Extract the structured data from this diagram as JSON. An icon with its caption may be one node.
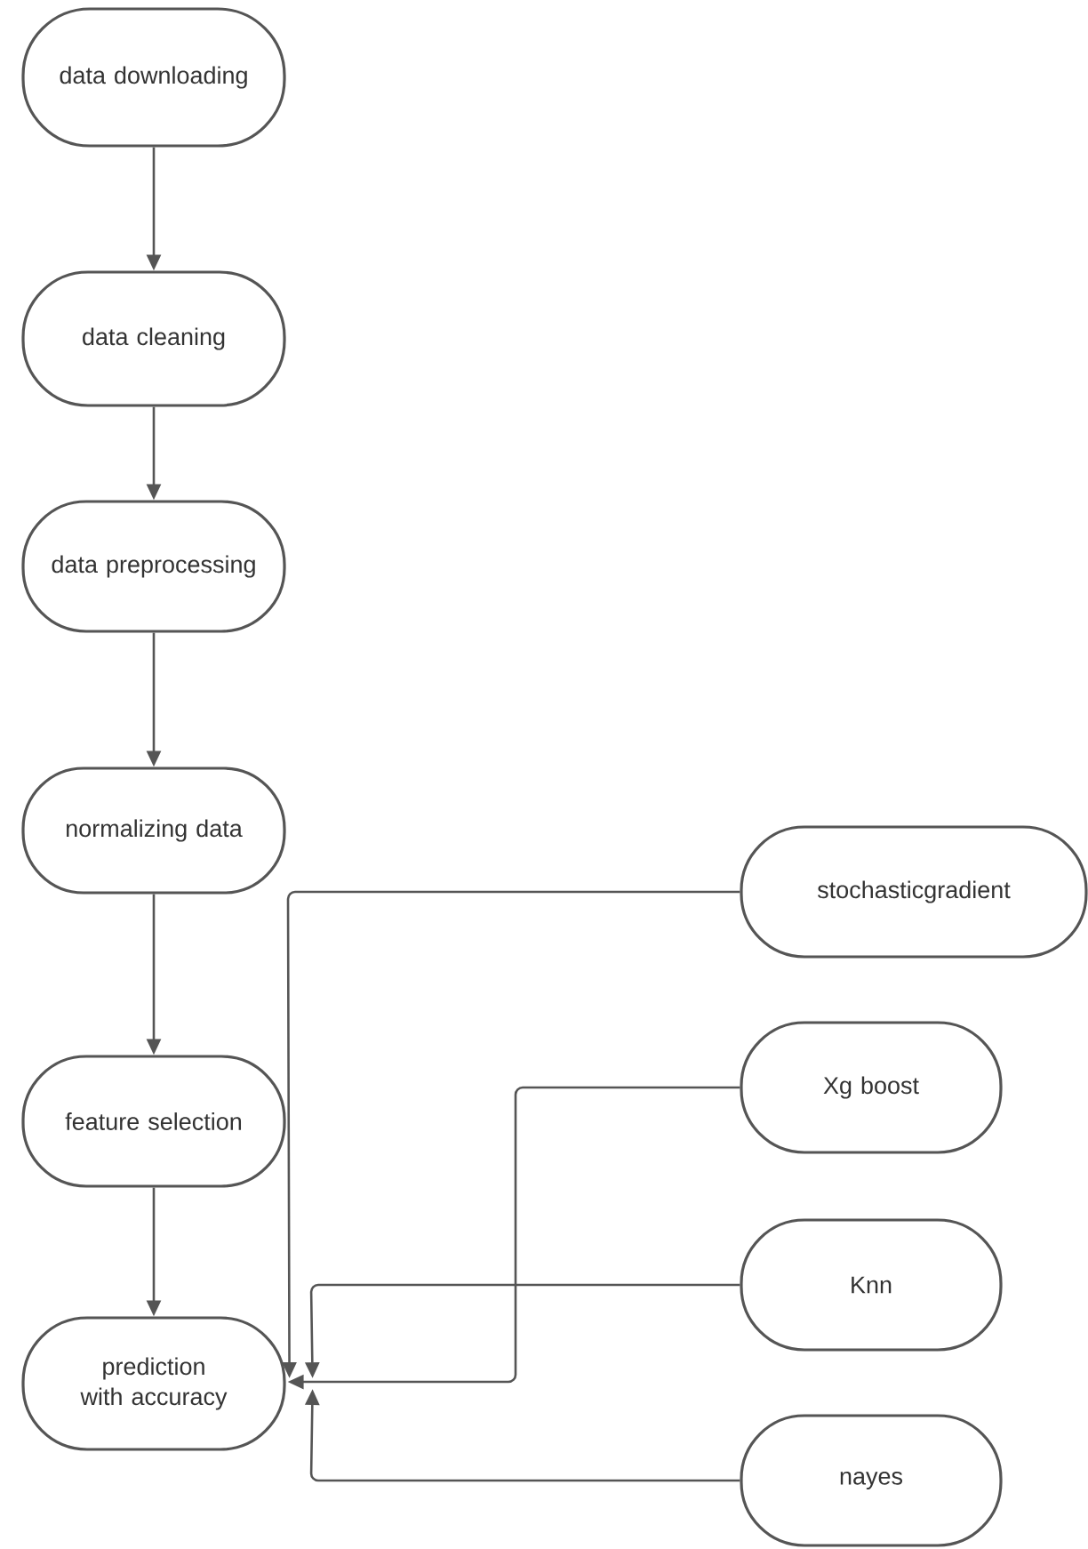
{
  "diagram": {
    "nodes": [
      {
        "text": [
          "data downloading"
        ]
      },
      {
        "text": [
          "data cleaning"
        ]
      },
      {
        "text": [
          "data preprocessing"
        ]
      },
      {
        "text": [
          "normalizing data"
        ]
      },
      {
        "text": [
          "feature selection"
        ]
      },
      {
        "text": [
          "prediction with accuracy"
        ]
      },
      {
        "text": [
          "stochasticgradient"
        ]
      },
      {
        "text": [
          "Xg boost"
        ]
      },
      {
        "text": [
          "Knn"
        ]
      },
      {
        "text": [
          "nayes"
        ]
      }
    ],
    "edges": [
      {
        "from": 0,
        "to": 1,
        "arrow": "to"
      },
      {
        "from": 1,
        "to": 2,
        "arrow": "to"
      },
      {
        "from": 2,
        "to": 3,
        "arrow": "to"
      },
      {
        "from": 3,
        "to": 4,
        "arrow": "to"
      },
      {
        "from": 4,
        "to": 5,
        "arrow": "to"
      },
      {
        "from": 6,
        "to": 5,
        "arrow": "to"
      },
      {
        "from": 7,
        "to": 5,
        "arrow": "to"
      },
      {
        "from": 8,
        "to": 5,
        "arrow": "to"
      },
      {
        "from": 9,
        "to": 5,
        "arrow": "to"
      }
    ]
  }
}
